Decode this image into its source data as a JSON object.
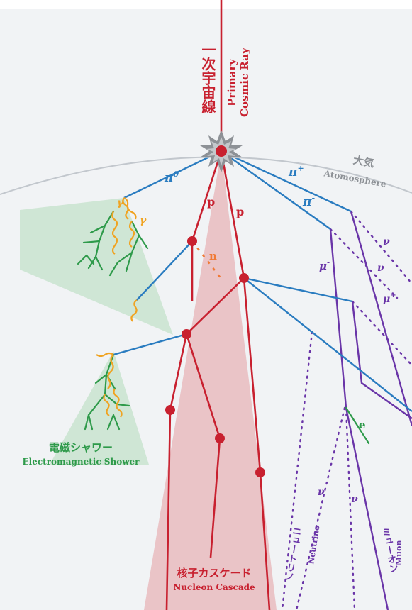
{
  "colors": {
    "panel": "#f1f3f5",
    "primary": "#c8202f",
    "pion": "#2a7cc0",
    "muon": "#6a35a8",
    "electron": "#2e9a4a",
    "photon": "#f0a321",
    "neutron": "#f07a36",
    "shower_fill": "#cfe6d5",
    "cascade_fill": "#e9b8bb",
    "atmosphere": "#c2c7cd"
  },
  "labels": {
    "primary_jp": "一次宇宙線",
    "primary_en_1": "Primary",
    "primary_en_2": "Cosmic Ray",
    "atmosphere_jp": "大気",
    "atmosphere_en": "Atomosphere",
    "pi0": "π",
    "pi0_sup": "0",
    "pi_plus": "π",
    "pi_plus_sup": "+",
    "pi_minus": "π",
    "pi_minus_sup": "-",
    "p1": "p",
    "p2": "p",
    "n": "n",
    "gamma1": "γ",
    "gamma2": "γ",
    "mu_minus": "μ",
    "mu_minus_sup": "-",
    "mu_plus": "μ",
    "mu_plus_sup": "+",
    "nu1": "ν",
    "nu2": "ν",
    "nu3": "ν",
    "nu4": "ν",
    "e": "e",
    "shower_jp": "電磁シャワー",
    "shower_en": "Electromagnetic Shower",
    "cascade_jp": "核子カスケード",
    "cascade_en": "Nucleon Cascade",
    "neutrino_jp": "ニュートリノ",
    "neutrino_en": "Neutrino",
    "muon_jp": "ミューオン",
    "muon_en": "Muon"
  }
}
